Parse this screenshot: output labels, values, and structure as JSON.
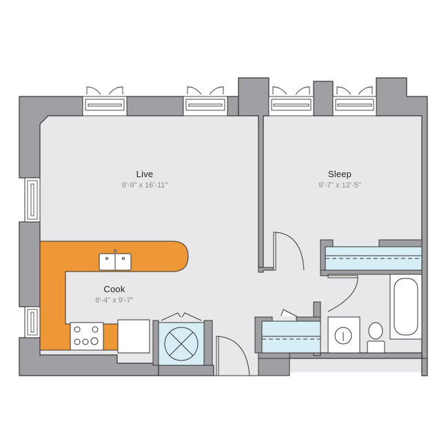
{
  "colors": {
    "wall": "#a09fa4",
    "wall_stroke": "#333333",
    "floor": "#e8e8ea",
    "counter": "#ee9737",
    "fixture_blue": "#d8eef6",
    "white": "#ffffff"
  },
  "rooms": [
    {
      "id": "live",
      "name": "Live",
      "dimensions": "9'-9\" x 16'-11\""
    },
    {
      "id": "sleep",
      "name": "Sleep",
      "dimensions": "9'-7\" x 12'-5\""
    },
    {
      "id": "cook",
      "name": "Cook",
      "dimensions": "8'-4\" x 9'-7\""
    }
  ]
}
